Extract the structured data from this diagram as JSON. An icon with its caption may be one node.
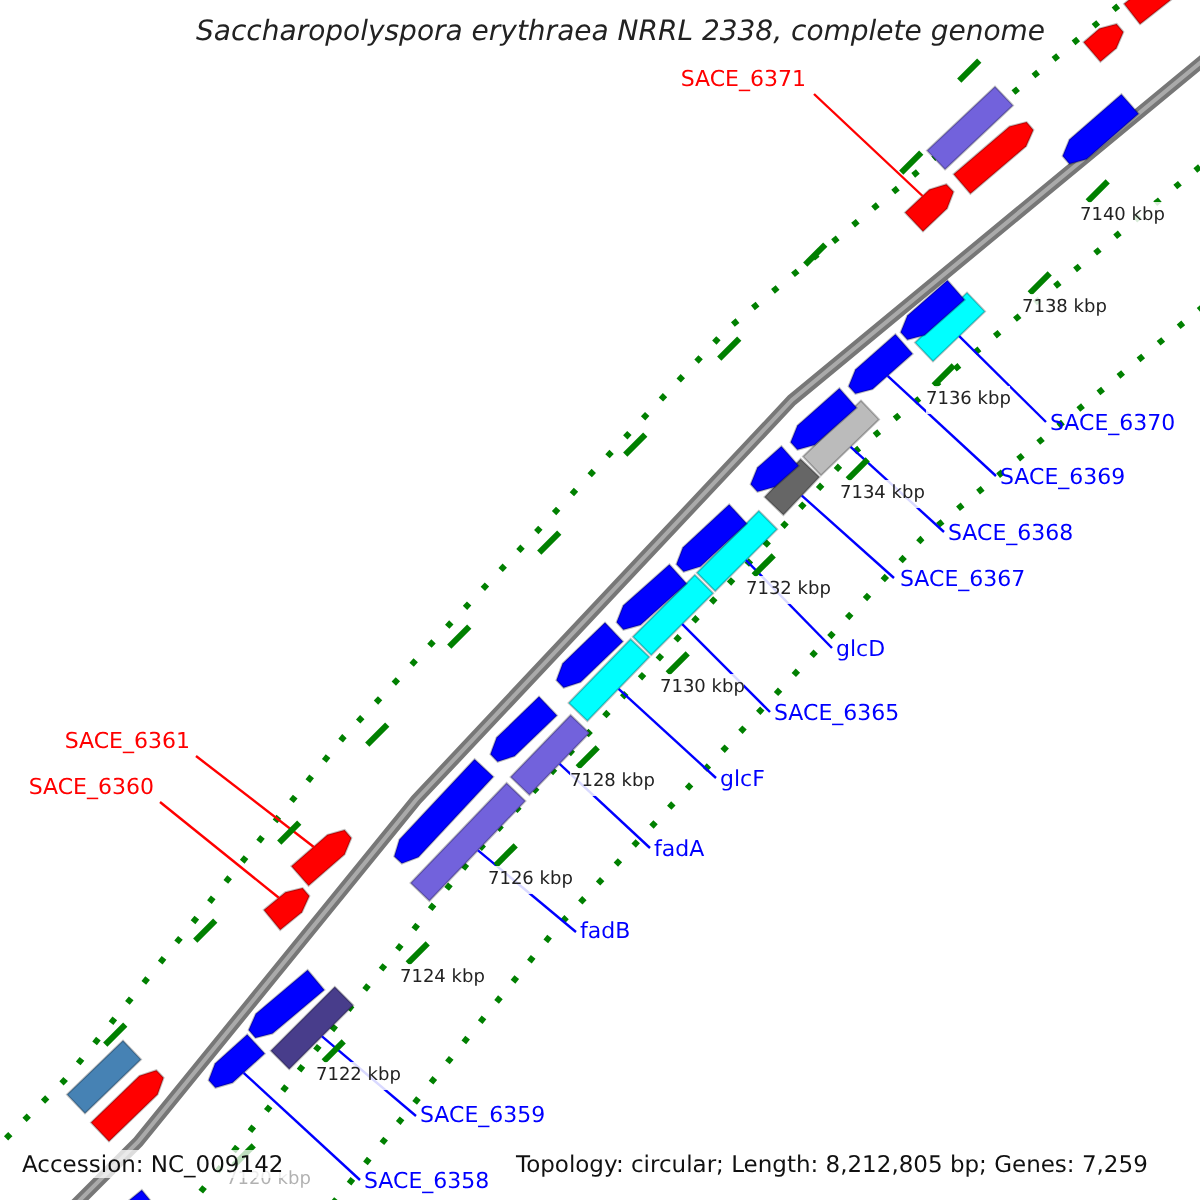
{
  "diagram": {
    "title": "Saccharopolyspora erythraea NRRL 2338, complete genome",
    "nodes": [
      {
        "text": [
          "SACE_6371"
        ]
      },
      {
        "text": [],
        "shape": "arrow"
      },
      {
        "text": [
          "SACE_6370"
        ]
      },
      {
        "text": [],
        "shape": "bar"
      },
      {
        "text": [
          "SACE_6369"
        ]
      },
      {
        "text": [],
        "shape": "arrow"
      },
      {
        "text": [
          "SACE_6368"
        ]
      },
      {
        "text": [],
        "shape": "bar"
      },
      {
        "text": [
          "SACE_6367"
        ]
      },
      {
        "text": [],
        "shape": "bar"
      },
      {
        "text": [
          "glcD"
        ]
      },
      {
        "text": [],
        "shape": "bar"
      },
      {
        "text": [
          "SACE_6365"
        ]
      },
      {
        "text": [],
        "shape": "bar"
      },
      {
        "text": [
          "SACE_6361"
        ]
      },
      {
        "text": [],
        "shape": "arrow"
      },
      {
        "text": [
          "glcF"
        ]
      },
      {
        "text": [],
        "shape": "bar"
      },
      {
        "text": [
          "SACE_6360"
        ]
      },
      {
        "text": [],
        "shape": "arrow"
      },
      {
        "text": [
          "fadA"
        ]
      },
      {
        "text": [],
        "shape": "bar"
      },
      {
        "text": [
          "fadB"
        ]
      },
      {
        "text": [],
        "shape": "bar"
      },
      {
        "text": [
          "SACE_6359"
        ]
      },
      {
        "text": [],
        "shape": "bar"
      },
      {
        "text": [
          "SACE_6358"
        ]
      },
      {
        "text": [],
        "shape": "arrow"
      },
      {
        "text": [],
        "shape": "arrow"
      },
      {
        "text": [],
        "shape": "arrow"
      },
      {
        "text": [],
        "shape": "arrow"
      },
      {
        "text": [],
        "shape": "arrow"
      },
      {
        "text": [],
        "shape": "arrow"
      },
      {
        "text": [],
        "shape": "arrow"
      },
      {
        "text": [],
        "shape": "arrow"
      },
      {
        "text": [],
        "shape": "arrow"
      },
      {
        "text": [],
        "shape": "arrow"
      },
      {
        "text": [],
        "shape": "arrow"
      },
      {
        "text": [],
        "shape": "arrow"
      },
      {
        "text": [],
        "shape": "bar"
      },
      {
        "text": [],
        "shape": "arrow"
      },
      {
        "text": [],
        "shape": "arrow"
      },
      {
        "text": [],
        "shape": "arrow"
      },
      {
        "text": [],
        "shape": "bar"
      },
      {
        "text": [],
        "shape": "arrow"
      }
    ],
    "edges": [
      {
        "from": 0,
        "to": 1,
        "arrow": "none",
        "color": "#ff0000"
      },
      {
        "from": 2,
        "to": 3,
        "arrow": "none"
      },
      {
        "from": 4,
        "to": 5,
        "arrow": "none"
      },
      {
        "from": 6,
        "to": 7,
        "arrow": "none"
      },
      {
        "from": 8,
        "to": 9,
        "arrow": "none"
      },
      {
        "from": 10,
        "to": 11,
        "arrow": "none"
      },
      {
        "from": 12,
        "to": 13,
        "arrow": "none"
      },
      {
        "from": 14,
        "to": 15,
        "arrow": "none",
        "color": "#ff0000"
      },
      {
        "from": 16,
        "to": 17,
        "arrow": "none"
      },
      {
        "from": 18,
        "to": 19,
        "arrow": "none",
        "color": "#ff0000"
      },
      {
        "from": 20,
        "to": 21,
        "arrow": "none"
      },
      {
        "from": 22,
        "to": 23,
        "arrow": "none"
      },
      {
        "from": 24,
        "to": 25,
        "arrow": "none"
      },
      {
        "from": 26,
        "to": 27,
        "arrow": "none"
      }
    ],
    "labels": [
      "Accession: NC_009142",
      "Topology: circular; Length: 8,212,805 bp; Genes: 7,259",
      "7140 kbp",
      "7138 kbp",
      "7136 kbp",
      "7134 kbp",
      "7132 kbp",
      "7130 kbp",
      "7128 kbp",
      "7126 kbp",
      "7124 kbp",
      "7122 kbp",
      "7120 kbp"
    ]
  }
}
